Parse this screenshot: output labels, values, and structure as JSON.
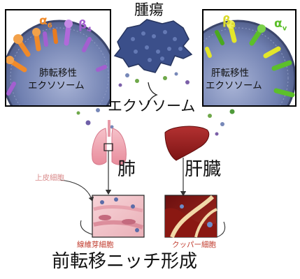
{
  "labels": {
    "tumor": "腫瘍",
    "exosome": "エクソソーム",
    "lung": "肺",
    "liver": "肝臓",
    "epithelial": "上皮細胞",
    "fibroblast": "線維芽細胞",
    "kupffer": "クッパー細胞",
    "bottom_title": "前転移ニッチ形成"
  },
  "left_box": {
    "line1": "肺転移性",
    "line2": "エクソソーム",
    "integrin_a": "α",
    "integrin_a_sub": "6",
    "integrin_b": "β",
    "integrin_b_sub": "4"
  },
  "right_box": {
    "line1": "肝転移性",
    "line2": "エクソソーム",
    "integrin_a": "β",
    "integrin_a_sub": "5",
    "integrin_b": "α",
    "integrin_b_sub": "v"
  },
  "colors": {
    "left_box_border": "#000000",
    "left_receptor_orange": "#f08a2a",
    "left_receptor_purple": "#a35fd0",
    "right_receptor_green": "#5cbf2a",
    "right_receptor_yellow": "#e3e62a",
    "exosome_sphere": "#6f7fb0",
    "tumor_blue": "#3b4f8a",
    "lung_pink": "#f2a7b3",
    "liver_red": "#9a1e1e",
    "epithelial_label": "#d98a8a",
    "fibroblast_label": "#c0392b",
    "kupffer_label": "#c0392b"
  }
}
